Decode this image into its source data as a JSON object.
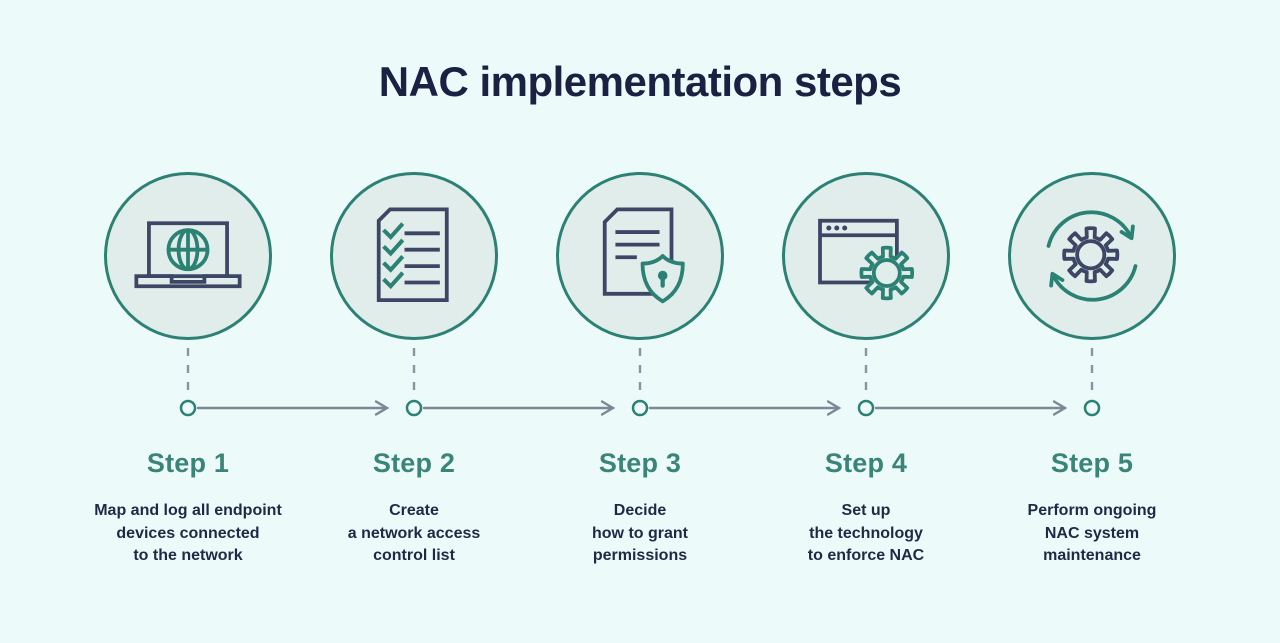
{
  "title": "NAC implementation steps",
  "colors": {
    "background": "#ecfbf9",
    "circle_fill": "#e0edea",
    "teal_accent": "#2b8173",
    "step_label_teal": "#3a8577",
    "navy_text": "#1a2142",
    "body_text": "#1f2945",
    "icon_navy": "#3d4765",
    "connector_gray": "#7d8795"
  },
  "steps": [
    {
      "label": "Step 1",
      "description": "Map and log all endpoint\ndevices connected\nto the network",
      "icon": "laptop-globe-icon"
    },
    {
      "label": "Step 2",
      "description": "Create\na network access\ncontrol list",
      "icon": "checklist-document-icon"
    },
    {
      "label": "Step 3",
      "description": "Decide\nhow to grant\npermissions",
      "icon": "document-shield-icon"
    },
    {
      "label": "Step 4",
      "description": "Set up\nthe technology\nto enforce NAC",
      "icon": "browser-gear-icon"
    },
    {
      "label": "Step 5",
      "description": "Perform ongoing\nNAC system\nmaintenance",
      "icon": "gear-cycle-icon"
    }
  ]
}
